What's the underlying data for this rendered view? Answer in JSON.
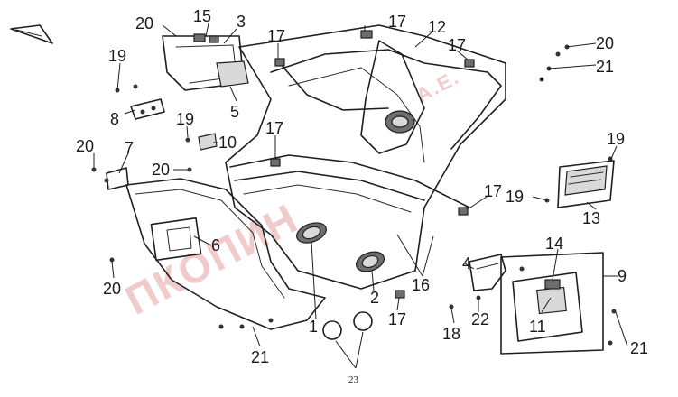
{
  "callouts": {
    "c1": "1",
    "c2": "2",
    "c3": "3",
    "c4": "4",
    "c5": "5",
    "c6": "6",
    "c7": "7",
    "c8": "8",
    "c9": "9",
    "c10": "10",
    "c11": "11",
    "c12": "12",
    "c13": "13",
    "c14": "14",
    "c15": "15",
    "c16": "16",
    "c17a": "17",
    "c17b": "17",
    "c17c": "17",
    "c17d": "17",
    "c17e": "17",
    "c18": "18",
    "c19a": "19",
    "c19b": "19",
    "c19c": "19",
    "c19d": "19",
    "c20a": "20",
    "c20b": "20",
    "c20c": "20",
    "c20d": "20",
    "c20e": "20",
    "c21a": "21",
    "c21b": "21",
    "c21c": "21",
    "c22": "22",
    "c23": "23"
  },
  "watermark": {
    "text": "ПКОПИН",
    "suffix": "А.Е.",
    "color": "#e6a0a0"
  },
  "colors": {
    "line": "#1f1f1f",
    "shade": "#d9d9d9",
    "dark": "#6e6e6e"
  }
}
